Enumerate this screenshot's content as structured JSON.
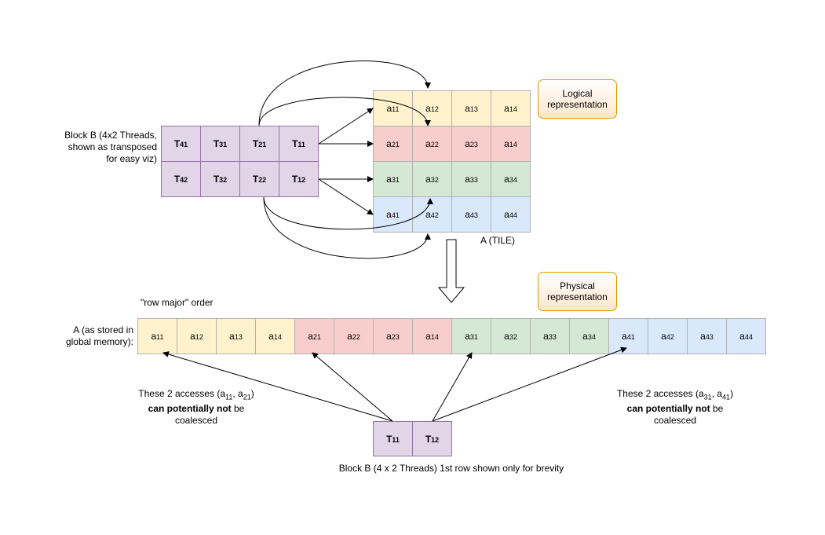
{
  "block_label_lines": [
    "Block B (4x2 Threads,",
    "shown as transposed",
    "for easy viz)"
  ],
  "threads_top": [
    [
      {
        "b": "T",
        "s": "41"
      },
      {
        "b": "T",
        "s": "31"
      },
      {
        "b": "T",
        "s": "21"
      },
      {
        "b": "T",
        "s": "11"
      }
    ],
    [
      {
        "b": "T",
        "s": "42"
      },
      {
        "b": "T",
        "s": "32"
      },
      {
        "b": "T",
        "s": "22"
      },
      {
        "b": "T",
        "s": "12"
      }
    ]
  ],
  "tile": [
    [
      {
        "b": "a",
        "s": "11"
      },
      {
        "b": "a",
        "s": "12"
      },
      {
        "b": "a",
        "s": "13"
      },
      {
        "b": "a",
        "s": "14"
      }
    ],
    [
      {
        "b": "a",
        "s": "21"
      },
      {
        "b": "a",
        "s": "22"
      },
      {
        "b": "a",
        "s": "23"
      },
      {
        "b": "a",
        "s": "14"
      }
    ],
    [
      {
        "b": "a",
        "s": "31"
      },
      {
        "b": "a",
        "s": "32"
      },
      {
        "b": "a",
        "s": "33"
      },
      {
        "b": "a",
        "s": "34"
      }
    ],
    [
      {
        "b": "a",
        "s": "41"
      },
      {
        "b": "a",
        "s": "42"
      },
      {
        "b": "a",
        "s": "43"
      },
      {
        "b": "a",
        "s": "44"
      }
    ]
  ],
  "tile_label": "A (TILE)",
  "logical_note": {
    "line1": "Logical",
    "line2": "representation"
  },
  "physical_note": {
    "line1": "Physical",
    "line2": "representation"
  },
  "row_major_label": "\"row major\" order",
  "memory_label_lines": [
    "A (as stored in",
    "global memory):"
  ],
  "memory": [
    {
      "b": "a",
      "s": "11"
    },
    {
      "b": "a",
      "s": "12"
    },
    {
      "b": "a",
      "s": "13"
    },
    {
      "b": "a",
      "s": "14"
    },
    {
      "b": "a",
      "s": "21"
    },
    {
      "b": "a",
      "s": "22"
    },
    {
      "b": "a",
      "s": "23"
    },
    {
      "b": "a",
      "s": "14"
    },
    {
      "b": "a",
      "s": "31"
    },
    {
      "b": "a",
      "s": "32"
    },
    {
      "b": "a",
      "s": "33"
    },
    {
      "b": "a",
      "s": "34"
    },
    {
      "b": "a",
      "s": "41"
    },
    {
      "b": "a",
      "s": "42"
    },
    {
      "b": "a",
      "s": "43"
    },
    {
      "b": "a",
      "s": "44"
    }
  ],
  "threads_bottom": [
    {
      "b": "T",
      "s": "11"
    },
    {
      "b": "T",
      "s": "12"
    }
  ],
  "left_note": {
    "line1_pre": "These 2 accesses (",
    "first": {
      "b": "a",
      "s": "11"
    },
    "sep": ", ",
    "second": {
      "b": "a",
      "s": "21"
    },
    "line1_post": ")",
    "line2_bold": "can potentially not",
    "line2_rest": " be",
    "line3": "coalesced"
  },
  "right_note": {
    "line1_pre": "These 2 accesses (",
    "first": {
      "b": "a",
      "s": "31"
    },
    "sep": ", ",
    "second": {
      "b": "a",
      "s": "41"
    },
    "line1_post": ")",
    "line2_bold": "can potentially not",
    "line2_rest": " be",
    "line3": "coalesced"
  },
  "bottom_caption": "Block B (4 x 2 Threads) 1st row shown only for brevity",
  "colors": {
    "thread_fill": "#e1d5e7",
    "thread_stroke": "#9673a6",
    "row1": "#fff2cc",
    "row2": "#f8cecc",
    "row3": "#d5e8d4",
    "row4": "#dae8fc",
    "note_stroke": "#d79b00",
    "note_fill": "#ffe6cc"
  }
}
